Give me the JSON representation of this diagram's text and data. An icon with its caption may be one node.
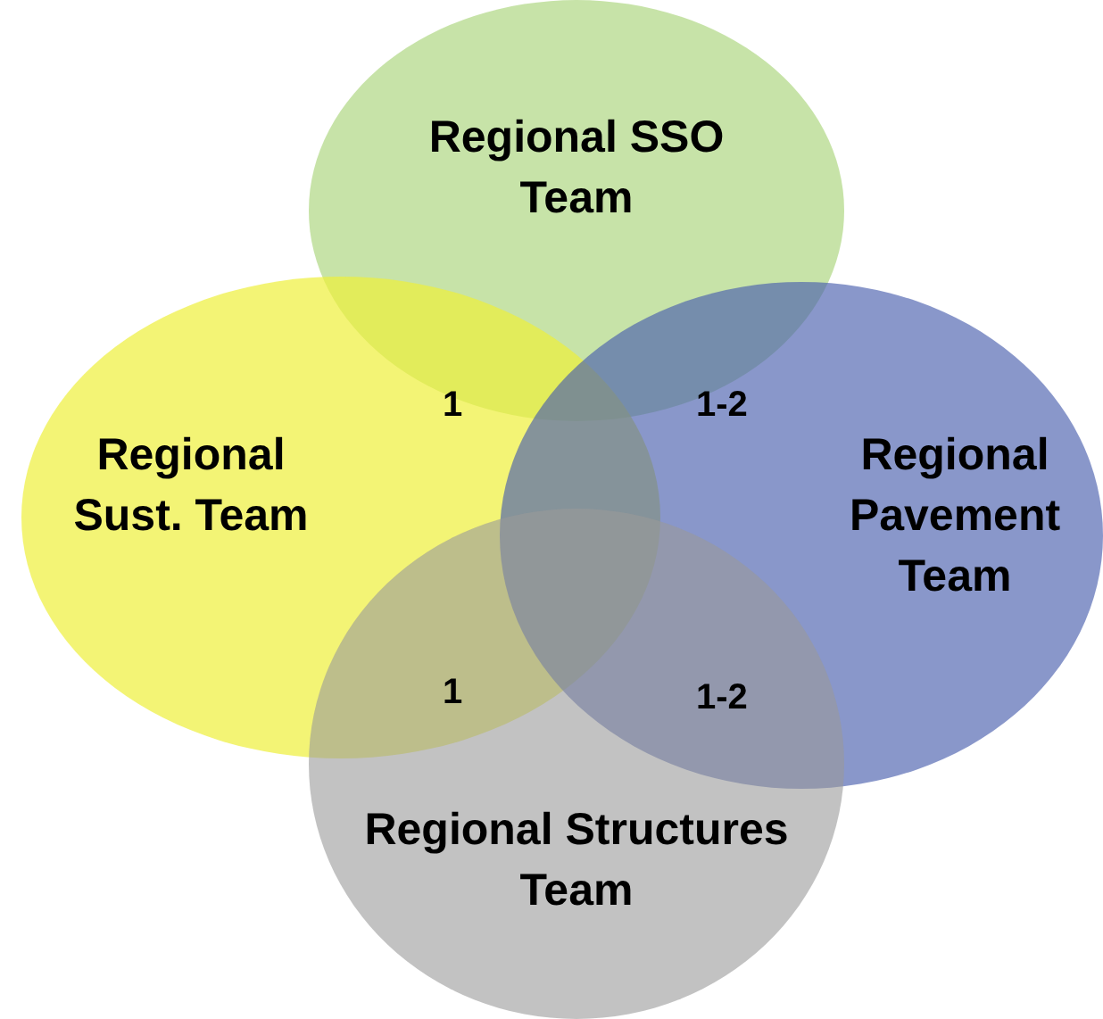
{
  "diagram": {
    "nodes": [
      {
        "text": [
          "Regional SSO Team"
        ]
      },
      {
        "text": [
          "Regional Sust. Team"
        ]
      },
      {
        "text": [
          "Regional Pavement Team"
        ]
      },
      {
        "text": [
          "Regional Structures Team"
        ]
      }
    ],
    "labels": [
      "1",
      "1-2",
      "1",
      "1-2"
    ]
  }
}
